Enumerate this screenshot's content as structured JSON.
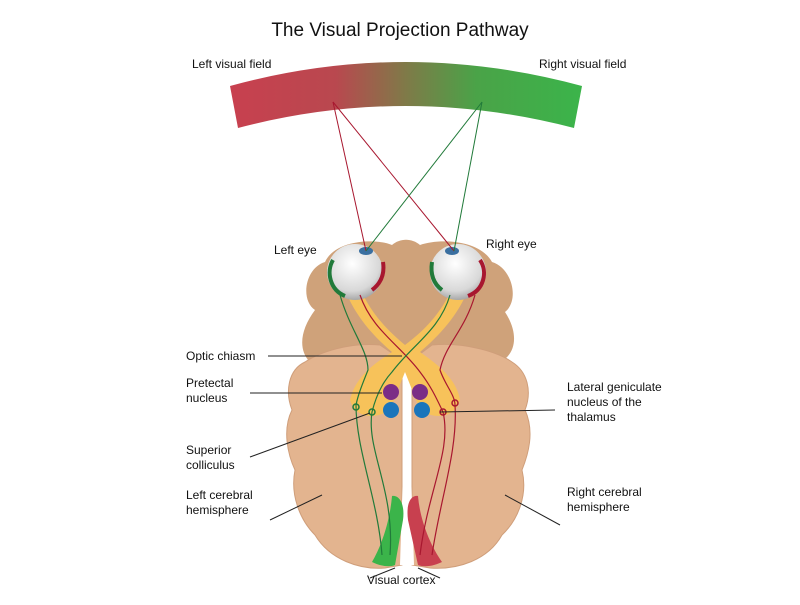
{
  "title": "The Visual Projection Pathway",
  "labels": {
    "left_visual_field": "Left visual field",
    "right_visual_field": "Right visual field",
    "left_eye": "Left eye",
    "right_eye": "Right eye",
    "optic_chiasm": "Optic chiasm",
    "pretectal_nucleus": "Pretectal nucleus",
    "superior_colliculus": "Superior colliculus",
    "left_hemisphere": "Left cerebral hemisphere",
    "right_hemisphere": "Right cerebral hemisphere",
    "lgn": "Lateral geniculate nucleus of the thalamus",
    "visual_cortex": "Visual cortex"
  },
  "colors": {
    "left_field_red": "#c8404f",
    "right_field_green": "#3bb44a",
    "brain_outer": "#cfa27a",
    "brain_inner": "#e3b48f",
    "optic_tract": "#f7c25a",
    "pretectal": "#7b2d86",
    "colliculus": "#1b75bb",
    "red_pathway": "#a8172f",
    "green_pathway": "#217a3a"
  }
}
